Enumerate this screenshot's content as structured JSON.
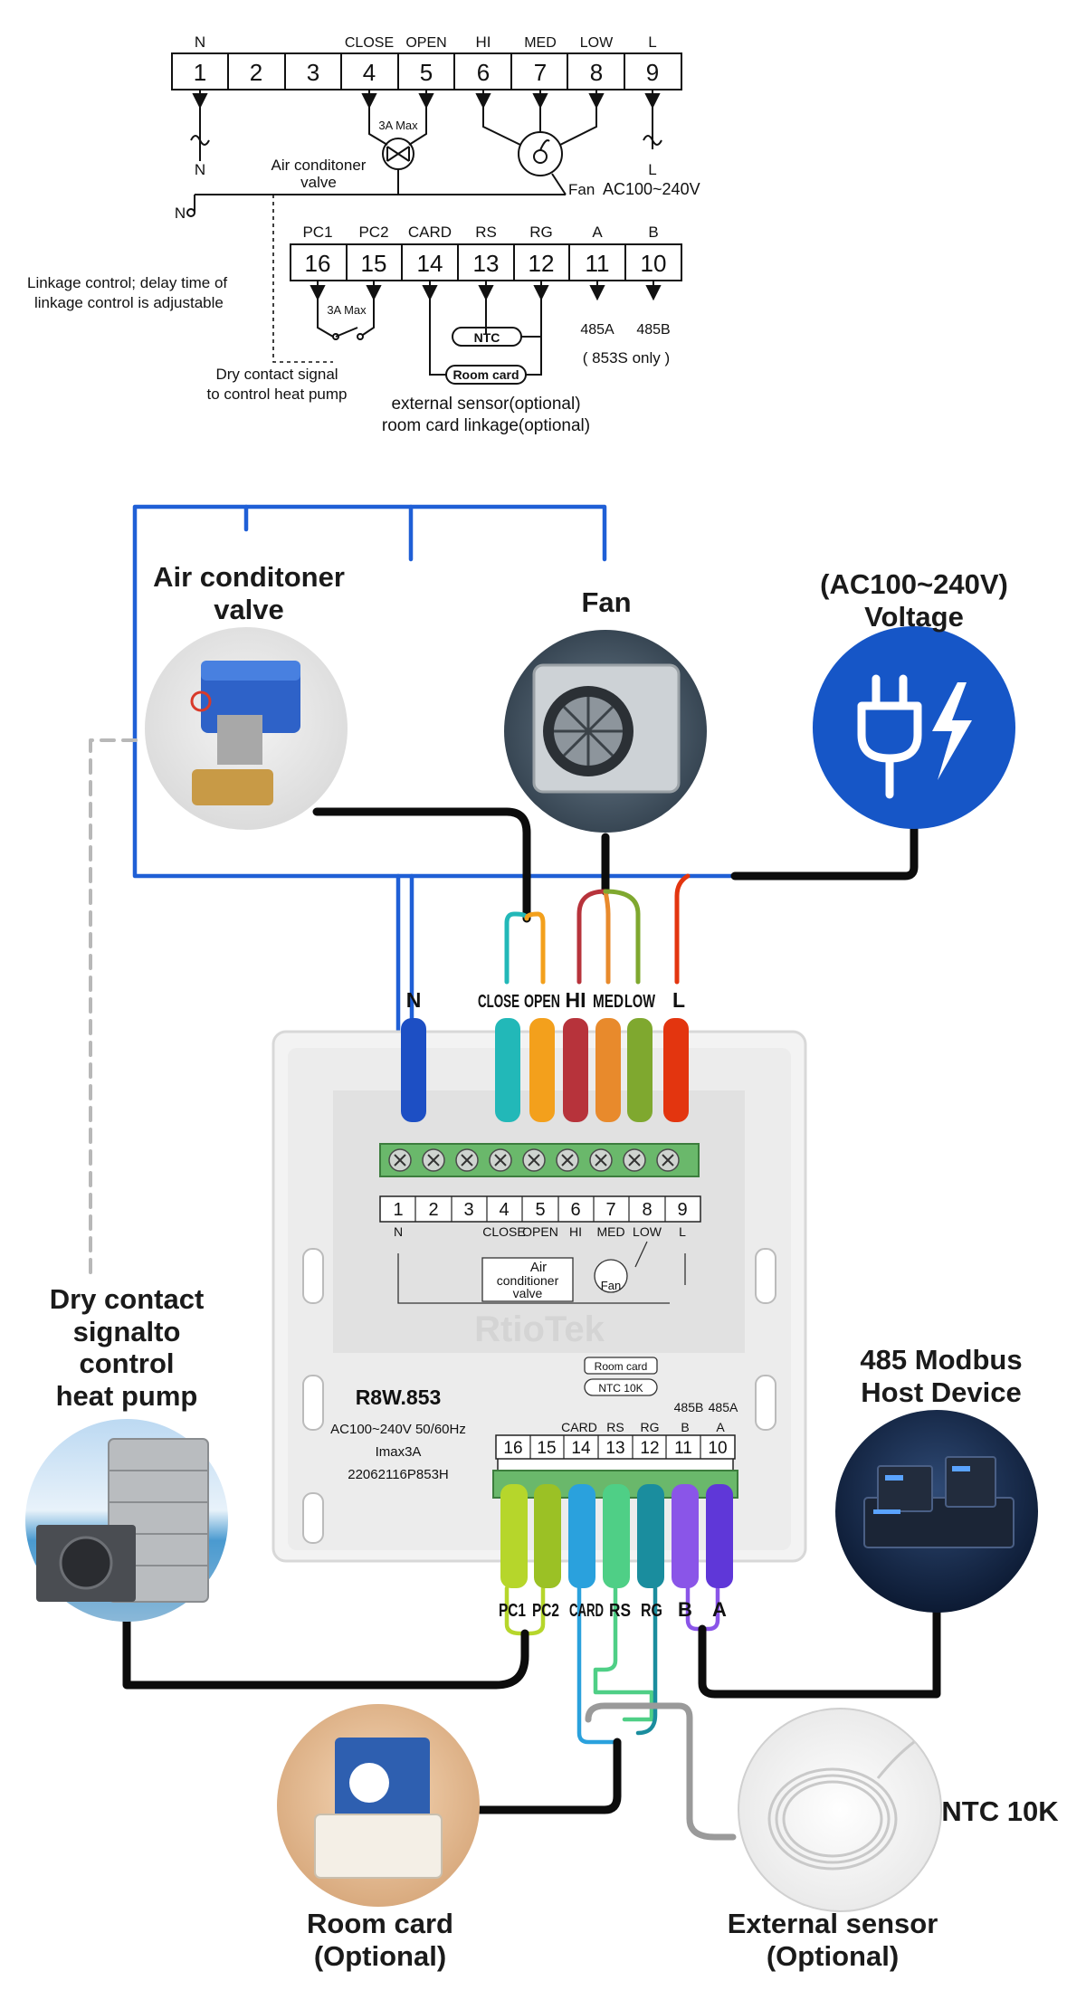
{
  "schematic": {
    "top_labels": {
      "n": "N",
      "close": "CLOSE",
      "open": "OPEN",
      "hi": "HI",
      "med": "MED",
      "low": "LOW",
      "l": "L"
    },
    "top_terminals": [
      "1",
      "2",
      "3",
      "4",
      "5",
      "6",
      "7",
      "8",
      "9"
    ],
    "max_current_valve": "3A Max",
    "valve_label_1": "Air conditoner",
    "valve_label_2": "valve",
    "neutral_mark": "N",
    "neutral_mark_2": "N",
    "fan_label": "Fan",
    "live_mark": "L",
    "voltage": "AC100~240V",
    "bottom_labels": {
      "pc1": "PC1",
      "pc2": "PC2",
      "card": "CARD",
      "rs": "RS",
      "rg": "RG",
      "a": "A",
      "b": "B"
    },
    "bottom_terminals": [
      "16",
      "15",
      "14",
      "13",
      "12",
      "11",
      "10"
    ],
    "linkage_1": "Linkage control; delay time of",
    "linkage_2": "linkage control is adjustable",
    "max_current_dry": "3A Max",
    "dry_1": "Dry contact signal",
    "dry_2": "to control heat pump",
    "ntc": "NTC",
    "room_card": "Room card",
    "a485": "485A",
    "b485": "485B",
    "s853": "( 853S only )",
    "ext_1": "external sensor(optional)",
    "ext_2": "room card linkage(optional)"
  },
  "illustration": {
    "air_valve_1": "Air conditoner",
    "air_valve_2": "valve",
    "fan": "Fan",
    "voltage_1": "(AC100~240V)",
    "voltage_2": "Voltage",
    "dry_1": "Dry contact",
    "dry_2": "signalto",
    "dry_3": "control",
    "dry_4": "heat pump",
    "modbus_1": "485 Modbus",
    "modbus_2": "Host Device",
    "ntc": "NTC 10K",
    "room_card_1": "Room card",
    "room_card_2": "(Optional)",
    "ext_sensor_1": "External sensor",
    "ext_sensor_2": "(Optional)",
    "top_wire_labels": [
      "N",
      "CLOSE",
      "OPEN",
      "HI",
      "MED",
      "LOW",
      "L"
    ],
    "bottom_wire_labels": [
      "PC1",
      "PC2",
      "CARD",
      "RS",
      "RG",
      "B",
      "A"
    ],
    "device": {
      "model": "R8W.853",
      "spec": "AC100~240V 50/60Hz",
      "imax": "Imax3A",
      "serial": "22062116P853H",
      "brand": "RtioTek",
      "print_top_numbers": [
        "1",
        "2",
        "3",
        "4",
        "5",
        "6",
        "7",
        "8",
        "9"
      ],
      "print_top_n": "N",
      "print_top_funcs": [
        "CLOSE",
        "OPEN",
        "HI",
        "MED",
        "LOW",
        "L"
      ],
      "print_air_1": "Air",
      "print_air_2": "conditioner",
      "print_air_3": "valve",
      "print_fan": "Fan",
      "print_room_card": "Room card",
      "print_ntc": "NTC 10K",
      "print_485b": "485B",
      "print_485a": "485A",
      "print_bottom_funcs": [
        "CARD",
        "RS",
        "RG",
        "B",
        "A"
      ],
      "print_bottom_numbers": [
        "16",
        "15",
        "14",
        "13",
        "12",
        "11",
        "10"
      ]
    }
  },
  "colors": {
    "blue_wire": "#1f5fd6",
    "black_wire": "#0c0c0c",
    "grey_wire": "#9a9a9a",
    "n": "#1d4fc4",
    "close": "#22b8b8",
    "open": "#f3a01c",
    "hi": "#b7333b",
    "med": "#e88a2c",
    "low": "#7fa82f",
    "l": "#e3350f",
    "pc1": "#b6d62b",
    "pc2": "#9bc125",
    "card": "#2aa1dd",
    "rs": "#4fcf86",
    "rg": "#1a8d9e",
    "b": "#8a55e8",
    "a": "#5f37d8",
    "voltage_circle": "#1656c7"
  }
}
